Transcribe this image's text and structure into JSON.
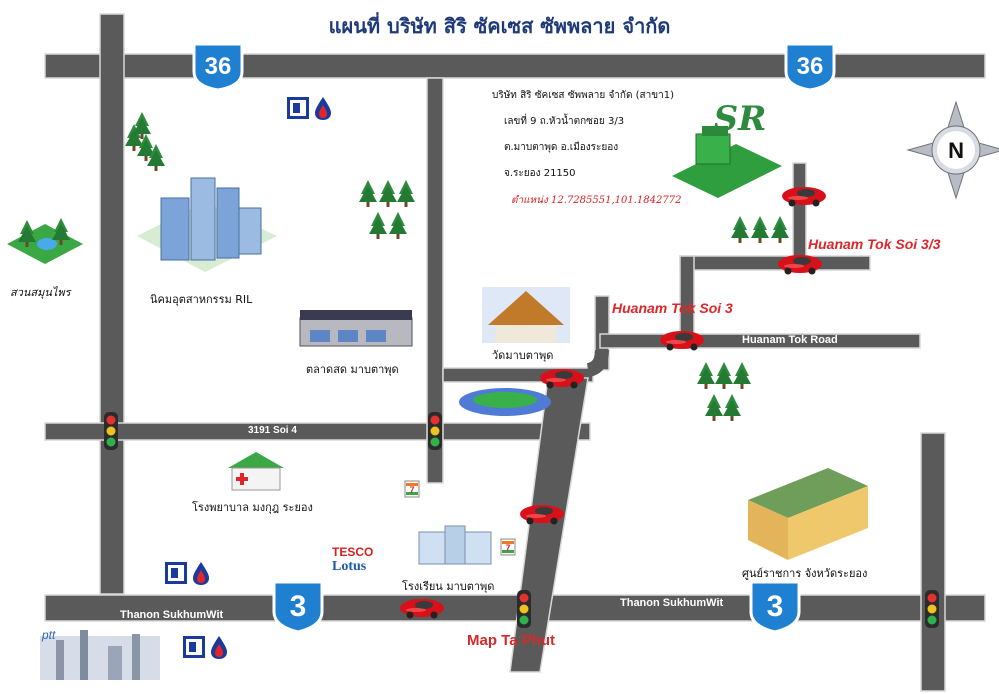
{
  "title": "แผนที่ บริษัท สิริ ซัคเซส ซัพพลาย จำกัด",
  "company": {
    "logo_text": "SR",
    "name": "บริษัท สิริ ซัคเซส ซัพพลาย จำกัด (สาขา1)",
    "address_line1": "เลขที่ 9 ถ.หัวน้ำตกซอย 3/3",
    "address_line2": "ต.มาบตาพุด อ.เมืองระยอง",
    "address_line3": "จ.ระยอง  21150",
    "coordinates": "ตำแหน่ง 12.7285551,101.1842772"
  },
  "highway_shields": [
    "36",
    "36",
    "3",
    "3"
  ],
  "roads": {
    "soi_3_3": "Huanam Tok Soi 3/3",
    "soi_3": "Huanam Tok Soi 3",
    "huanam_tok_road": "Huanam Tok Road",
    "soi_3191": "3191 Soi 4",
    "sukhumvit_left": "Thanon SukhumWit",
    "sukhumvit_right": "Thanon SukhumWit"
  },
  "landmarks": {
    "park": "สวนสมุนไพร",
    "industrial_estate": "นิคมอุตสาหกรรม RIL",
    "market": "ตลาดสด มาบตาพุด",
    "temple": "วัดมาบตาพุด",
    "hospital": "โรงพยาบาล มงกุฎ ระยอง",
    "school": "โรงเรียน มาบตาพุด",
    "center": "ศูนย์ราชการ จังหวัดระยอง",
    "tesco_line1": "TESCO",
    "tesco_line2": "Lotus",
    "ptt": "ptt",
    "seven_eleven": "7",
    "map_ta_phut": "Map Ta Phut"
  },
  "compass_letter": "N",
  "colors": {
    "road": "#5a5a5a",
    "shield_blue": "#1f7fd0",
    "car_red": "#d8101a",
    "tree": "#2e8b3e",
    "title_blue": "#1f3a7a"
  }
}
